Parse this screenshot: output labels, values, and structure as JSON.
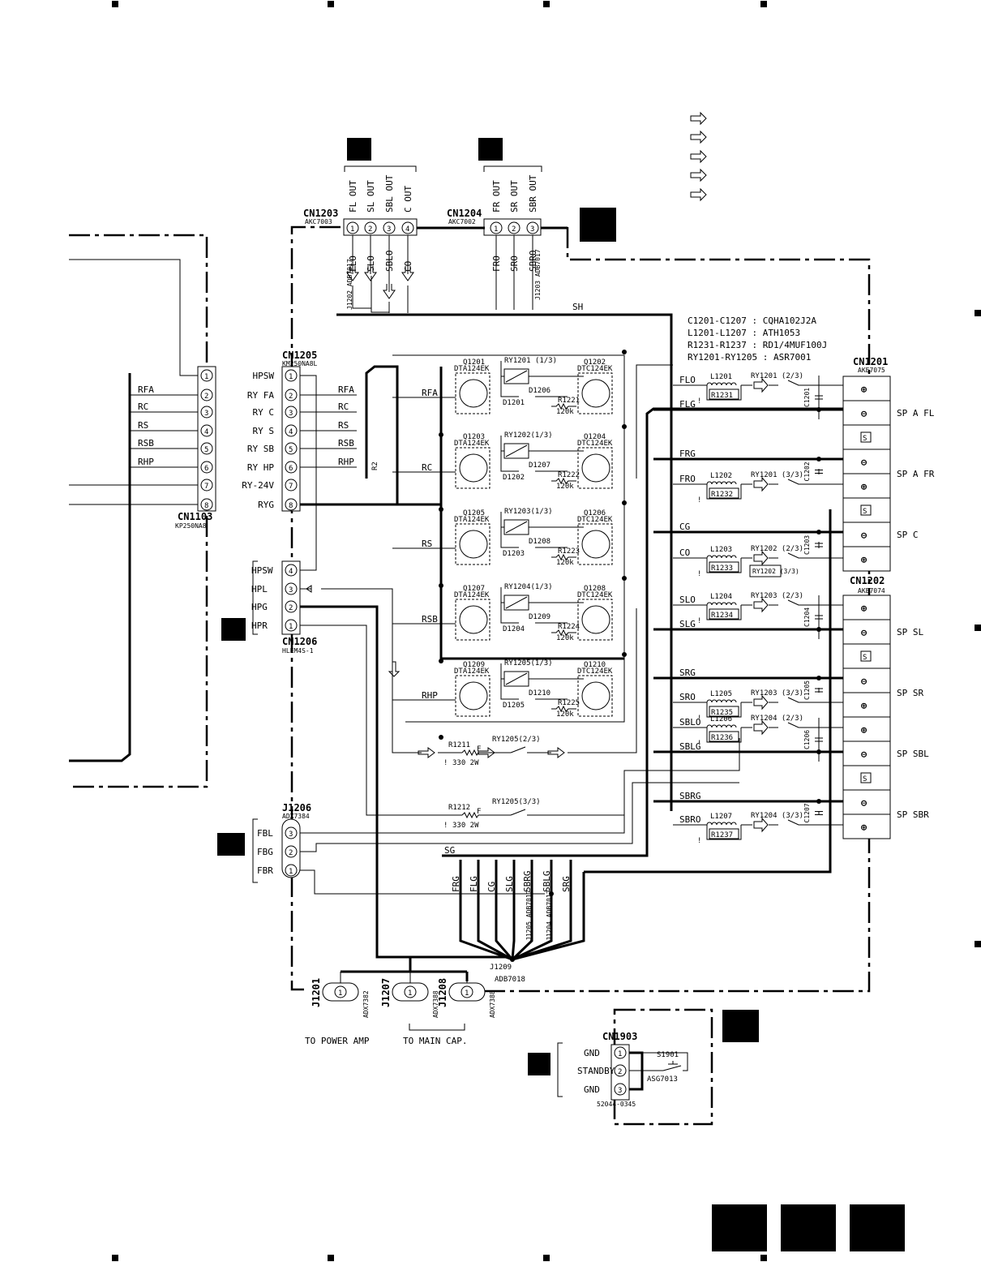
{
  "connectors": {
    "cn1203": {
      "name": "CN1203",
      "part": "AKC7003",
      "labels": [
        "FL OUT",
        "SL OUT",
        "SBL OUT",
        "C OUT"
      ],
      "pins": [
        "1",
        "2",
        "3",
        "4"
      ],
      "signals": [
        "FLO",
        "SLO",
        "SBLO",
        "CO"
      ]
    },
    "cn1204": {
      "name": "CN1204",
      "part": "AKC7002",
      "labels": [
        "FR OUT",
        "SR OUT",
        "SBR OUT"
      ],
      "pins": [
        "1",
        "2",
        "3"
      ],
      "signals": [
        "FRO",
        "SRO",
        "SBRO"
      ]
    },
    "cn1103": {
      "name": "CN1103",
      "part": "KP250NA8",
      "pins": [
        "1",
        "2",
        "3",
        "4",
        "5",
        "6",
        "7",
        "8"
      ],
      "signals": [
        "RFA",
        "RC",
        "RS",
        "RSB",
        "RHP"
      ]
    },
    "cn1205": {
      "name": "CN1205",
      "part": "KM250NA8L",
      "pins": [
        "1",
        "2",
        "3",
        "4",
        "5",
        "6",
        "7",
        "8"
      ],
      "labels": [
        "HPSW",
        "RY FA",
        "RY C",
        "RY S",
        "RY SB",
        "RY HP",
        "RY-24V",
        "RYG"
      ],
      "signals": [
        "RFA",
        "RC",
        "RS",
        "RSB",
        "RHP"
      ],
      "r2": "R2"
    },
    "cn1206": {
      "name": "CN1206",
      "part": "HLEM4S-1",
      "pins": [
        "4",
        "3",
        "2",
        "1"
      ],
      "labels": [
        "HPSW",
        "HPL",
        "HPG",
        "HPR"
      ]
    },
    "j1206": {
      "name": "J1206",
      "part": "ADX7384",
      "pins": [
        "3",
        "2",
        "1"
      ],
      "labels": [
        "FBL",
        "FBG",
        "FBR"
      ]
    },
    "j1202": {
      "name": "J1202",
      "part": "ADB7017"
    },
    "j1203": {
      "name": "J1203",
      "part": "ADB7017"
    },
    "cn1201": {
      "name": "CN1201",
      "part": "AKE7075"
    },
    "cn1202": {
      "name": "CN1202",
      "part": "AKE7074"
    },
    "cn1903": {
      "name": "CN1903",
      "part": "52044-0345",
      "pins": [
        "1",
        "2",
        "3"
      ],
      "labels": [
        "GND",
        "STANDBY",
        "GND"
      ],
      "switch": "S1901",
      "switch_part": "ASG7013"
    },
    "j1209": {
      "name": "J1209",
      "part": "ADB7018"
    },
    "j1205": {
      "name": "J1205",
      "part": "ADB7017"
    },
    "j1204": {
      "name": "J1204",
      "part": "ADB7017"
    },
    "bottom_jacks": [
      {
        "name": "J1201",
        "part": "ADX7382",
        "pin": "1"
      },
      {
        "name": "J1207",
        "part": "ADX7388",
        "pin": "1"
      },
      {
        "name": "J1208",
        "part": "ADX7388",
        "pin": "1"
      }
    ],
    "to_power_amp": "TO POWER AMP",
    "to_main_cap": "TO MAIN CAP."
  },
  "notes": [
    "C1201-C1207 : CQHA102J2A",
    "L1201-L1207 : ATH1053",
    "R1231-R1237 : RD1/4MUF100J",
    "RY1201-RY1205 : ASR7001"
  ],
  "signals": {
    "sh": "SH",
    "sg": "SG",
    "bottom": [
      "FRG",
      "FLG",
      "CG",
      "SLG",
      "SBRG",
      "SBLG",
      "SRG"
    ]
  },
  "relay_driver": [
    {
      "q_left": "Q1201",
      "q_left_part": "DTA124EK",
      "relay": "RY1201 (1/3)",
      "q_right": "Q1202",
      "q_right_part": "DTC124EK",
      "d_right": "D1206",
      "d_left": "D1201",
      "res": "R1221",
      "res_val": "120k",
      "sig": "RFA"
    },
    {
      "q_left": "Q1203",
      "q_left_part": "DTA124EK",
      "relay": "RY1202(1/3)",
      "q_right": "Q1204",
      "q_right_part": "DTC124EK",
      "d_right": "D1207",
      "d_left": "D1202",
      "res": "R1222",
      "res_val": "120k",
      "sig": "RC"
    },
    {
      "q_left": "Q1205",
      "q_left_part": "DTA124EK",
      "relay": "RY1203(1/3)",
      "q_right": "Q1206",
      "q_right_part": "DTC124EK",
      "d_right": "D1208",
      "d_left": "D1203",
      "res": "R1223",
      "res_val": "120k",
      "sig": "RS"
    },
    {
      "q_left": "Q1207",
      "q_left_part": "DTA124EK",
      "relay": "RY1204(1/3)",
      "q_right": "Q1208",
      "q_right_part": "DTC124EK",
      "d_right": "D1209",
      "d_left": "D1204",
      "res": "R1224",
      "res_val": "120k",
      "sig": "RSB"
    },
    {
      "q_left": "Q1209",
      "q_left_part": "DTA124EK",
      "relay": "RY1205(1/3)",
      "q_right": "Q1210",
      "q_right_part": "DTC124EK",
      "d_right": "D1210",
      "d_left": "D1205",
      "res": "R1225",
      "res_val": "120k",
      "sig": "RHP"
    }
  ],
  "hp_circuit": [
    {
      "res": "R1211",
      "mark": "F",
      "val": "330  2W",
      "relay": "RY1205(2/3)"
    },
    {
      "res": "R1212",
      "mark": "F",
      "val": "330  2W",
      "relay": "RY1205(3/3)"
    }
  ],
  "outputs": [
    {
      "hot": "FLO",
      "gnd": "FLG",
      "coil": "L1201",
      "res": "R1231",
      "relay": "RY1201 (2/3)",
      "cap": "C1201",
      "speaker": "SP A FL"
    },
    {
      "hot": "FRO",
      "gnd": "FRG",
      "coil": "L1202",
      "res": "R1232",
      "relay": "RY1201 (3/3)",
      "cap": "C1202",
      "speaker": "SP A FR"
    },
    {
      "hot": "CO",
      "gnd": "CG",
      "coil": "L1203",
      "res": "R1233",
      "relay": "RY1202 (2/3)",
      "cap": "C1203",
      "speaker": "SP C",
      "extra": "RY1202 (3/3)"
    },
    {
      "hot": "SLO",
      "gnd": "SLG",
      "coil": "L1204",
      "res": "R1234",
      "relay": "RY1203 (2/3)",
      "cap": "C1204",
      "speaker": "SP SL"
    },
    {
      "hot": "SRO",
      "gnd": "SRG",
      "coil": "L1205",
      "res": "R1235",
      "relay": "RY1203 (3/3)",
      "cap": "C1205",
      "speaker": "SP SR"
    },
    {
      "hot": "SBLO",
      "gnd": "SBLG",
      "coil": "L1206",
      "res": "R1236",
      "relay": "RY1204 (2/3)",
      "cap": "C1206",
      "speaker": "SP SBL"
    },
    {
      "hot": "SBRO",
      "gnd": "SBRG",
      "coil": "L1207",
      "res": "R1237",
      "relay": "RY1204 (3/3)",
      "cap": "C1207",
      "speaker": "SP SBR"
    }
  ],
  "terminal_symbols": {
    "plus": "⊕",
    "minus": "⊖",
    "shield": "S",
    "hazard": "!"
  }
}
